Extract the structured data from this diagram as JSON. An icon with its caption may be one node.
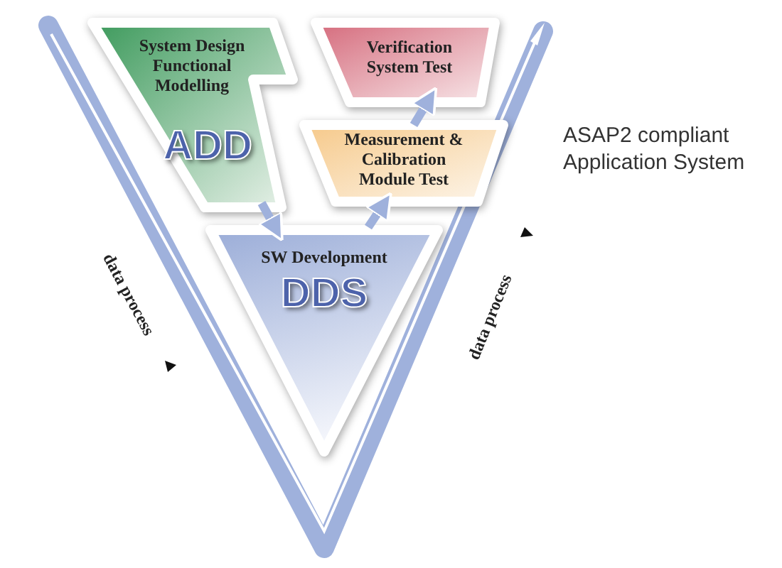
{
  "diagram": {
    "nodes": [
      {
        "text": [
          "System Design Functional Modelling",
          "ADD"
        ]
      },
      {
        "text": [
          "Verification System Test"
        ]
      },
      {
        "text": [
          "Measurement & Calibration Module Test"
        ]
      },
      {
        "text": [
          "SW Development",
          "DDS"
        ]
      }
    ],
    "edges": [
      {
        "from": 0,
        "to": 3,
        "arrow": "to"
      },
      {
        "from": 3,
        "to": 2,
        "arrow": "to"
      },
      {
        "from": 2,
        "to": 1,
        "arrow": "to"
      }
    ],
    "labels": [
      "ASAP2 compliant Application System",
      "data process",
      "data process"
    ]
  }
}
